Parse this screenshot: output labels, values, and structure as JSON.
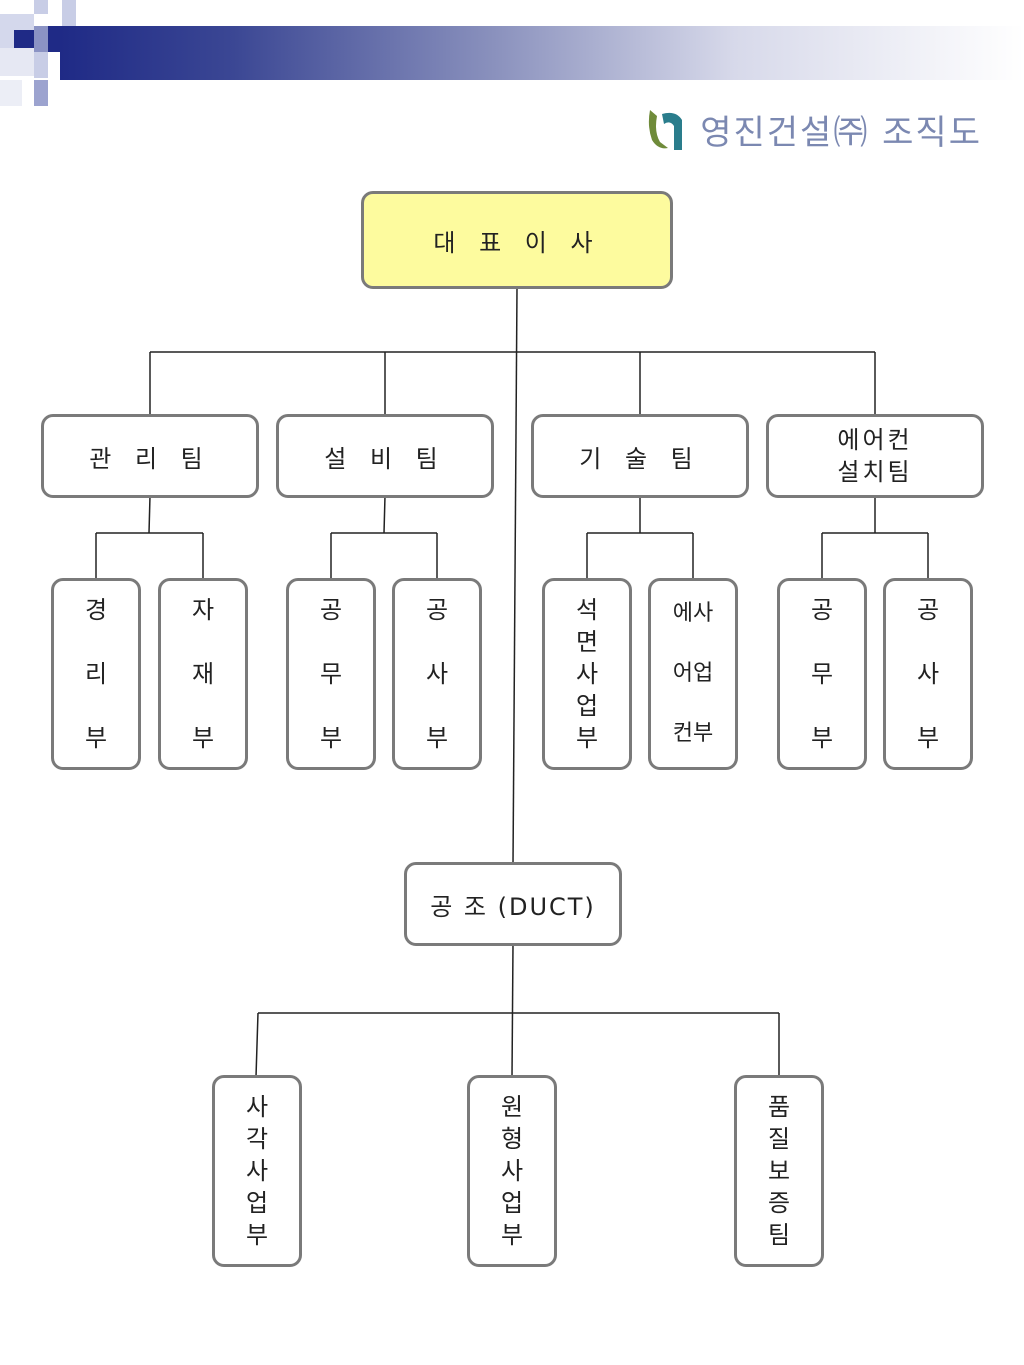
{
  "header": {
    "title": "영진건설㈜ 조직도",
    "logo_icon": "company-logo-icon",
    "colors": {
      "bar_dark": "#1f2a86",
      "logo_green": "#6f8b3a",
      "logo_teal": "#2a7d8c",
      "title": "#7b88b1"
    }
  },
  "org": {
    "ceo": "대 표 이 사",
    "teams": {
      "management": "관 리 팀",
      "facility": "설 비 팀",
      "technical": "기 술 팀",
      "aircon": "에어컨\n설치팀"
    },
    "depts": {
      "accounting": "경\n\n리\n\n부",
      "materials": "자\n\n재\n\n부",
      "facility_affairs": "공\n\n무\n\n부",
      "facility_works": "공\n\n사\n\n부",
      "asbestos": "석\n면\n사\n업\n부",
      "aircon_business": "에사\n\n어업\n\n컨부",
      "aircon_affairs": "공\n\n무\n\n부",
      "aircon_works": "공\n\n사\n\n부"
    },
    "duct": "공 조 (DUCT)",
    "duct_depts": {
      "square": "사\n각\n사\n업\n부",
      "round": "원\n형\n사\n업\n부",
      "qa": "품\n질\n보\n증\n팀"
    },
    "colors": {
      "ceo_fill": "#fdfb9e",
      "border": "#7a7a7a"
    }
  }
}
